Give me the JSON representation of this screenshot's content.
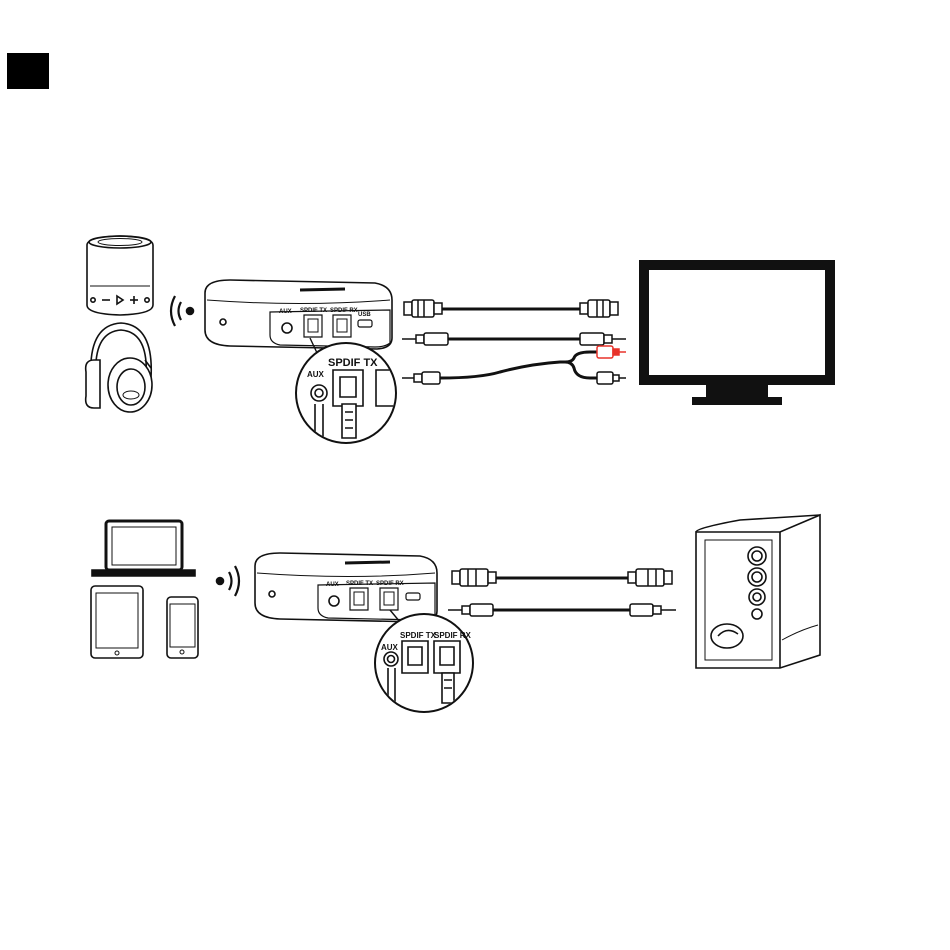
{
  "transmitter": {
    "aux": "AUX",
    "spdif_tx": "SPDIF TX",
    "spdif_rx": "SPDIF RX",
    "usb": "USB"
  },
  "zoom_top": {
    "spdif_tx": "SPDIF TX",
    "aux": "AUX"
  },
  "zoom_bottom": {
    "spdif_tx": "SPDIF TX",
    "spdif_rx": "SPDIF RX",
    "aux": "AUX"
  },
  "colors": {
    "rca_red": "#e8322a",
    "ink": "#111111",
    "background": "#ffffff"
  }
}
